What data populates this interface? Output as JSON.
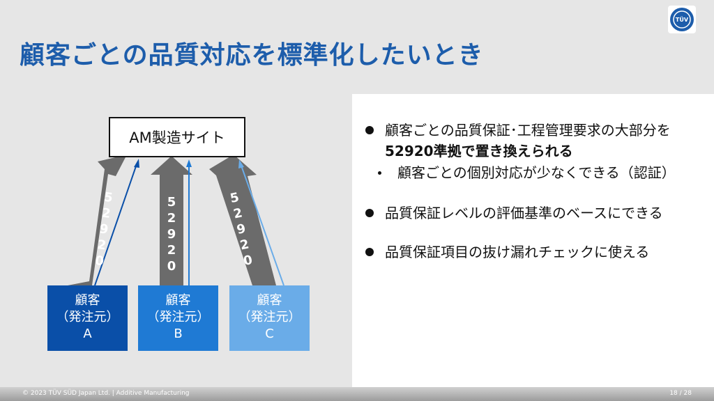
{
  "title": "顧客ごとの品質対応を標準化したいとき",
  "logo": {
    "text": "TÜV"
  },
  "diagram": {
    "site_label": "AM製造サイト",
    "arrow_label": "52920",
    "customers": [
      {
        "line1": "顧客",
        "line2": "（発注元）",
        "letter": "A"
      },
      {
        "line1": "顧客",
        "line2": "（発注元）",
        "letter": "B"
      },
      {
        "line1": "顧客",
        "line2": "（発注元）",
        "letter": "C"
      }
    ]
  },
  "colors": {
    "title": "#1d5dab",
    "customer_a": "#0a4fa8",
    "customer_b": "#1f7ad4",
    "customer_c": "#6aace8",
    "arrow": "#6b6b6b"
  },
  "bullets": {
    "b1_pre": "顧客ごとの品質保証･工程管理要求の大部分を",
    "b1_bold": "52920準拠で置き換えられる",
    "b1_sub": "顧客ごとの個別対応が少なくできる（認証）",
    "b2": "品質保証レベルの評価基準のベースにできる",
    "b3": "品質保証項目の抜け漏れチェックに使える"
  },
  "footer": {
    "copyright": "© 2023 TÜV SÜD Japan Ltd. | Additive Manufacturing",
    "page": "18 / 28"
  }
}
